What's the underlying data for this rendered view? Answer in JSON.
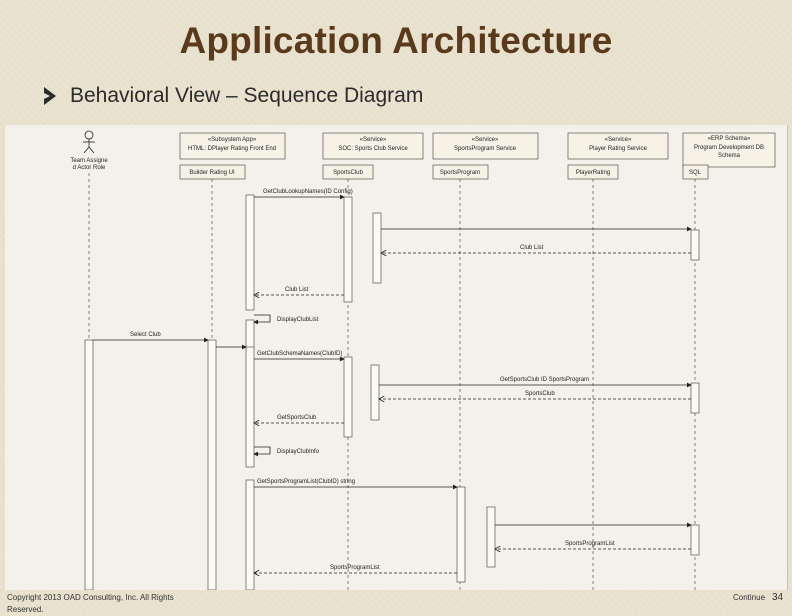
{
  "slide": {
    "title": "Application Architecture",
    "bullet": "Behavioral View – Sequence Diagram",
    "footer": "Copyright 2013 OAD Consulting, Inc. All Rights Reserved.",
    "continue": "Continue",
    "page_number": "34"
  },
  "diagram": {
    "actor": {
      "line1": "Team Assigne",
      "line2": "d Actor Role"
    },
    "lifelines": [
      {
        "stereotype": "«Subsystem App»",
        "name": "HTML: DPlayer Rating Front End",
        "object": "Builder Rating UI"
      },
      {
        "stereotype": "«Service»",
        "name": "SOC: Sports Club Service",
        "object": "SportsClub"
      },
      {
        "stereotype": "«Service»",
        "name": "SportsProgram Service",
        "object": "SportsProgram"
      },
      {
        "stereotype": "«Service»",
        "name": "Player Rating Service",
        "object": "PlayerRating"
      },
      {
        "stereotype": "«ERP Schema»",
        "name": "Program Development DB",
        "name2": "Schema",
        "object": "SQL"
      }
    ],
    "messages": [
      "GetClubLookupNames(ID Config)",
      "Club List",
      "Club List",
      "DisplayClubList",
      "Select Club",
      "GetClubSchemaNames(ClubID)",
      "GetSportsClub ID SportsProgram",
      "SportsClub",
      "GetSportsClub",
      "DisplayClubInfo",
      "GetSportsProgramList(ClubID) string",
      "SportsProgramList",
      "SportsProgramList"
    ]
  }
}
